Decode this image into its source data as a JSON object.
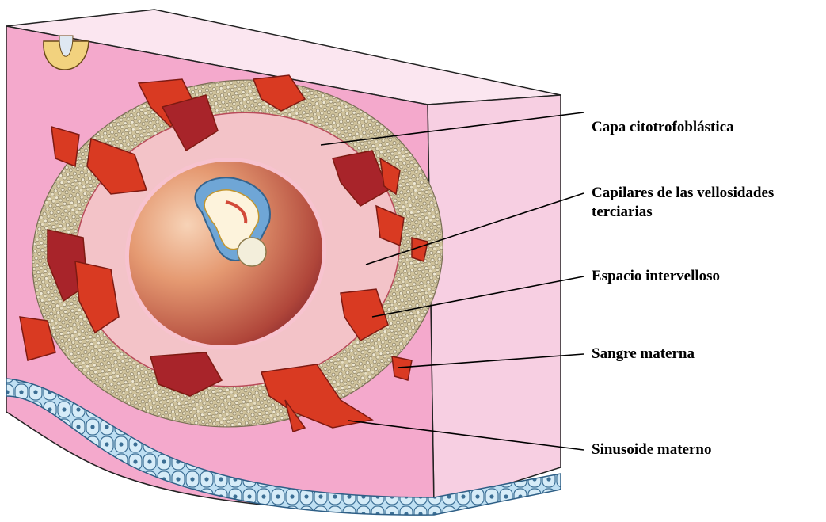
{
  "labels": {
    "capa_citotrofoblastica": "Capa citotrofoblástica",
    "capilares_line1": "Capilares de las vellosidades",
    "capilares_line2": "terciarias",
    "espacio_intervelloso": "Espacio intervelloso",
    "sangre_materna": "Sangre materna",
    "sinusoide_materno": "Sinusoide materno"
  },
  "colors": {
    "tissue_front": "#f4a9cc",
    "tissue_side": "#f7cfe2",
    "tissue_top": "#fbe6f0",
    "cytotrophoblast": "#c9bd98",
    "maternal_blood": "#d93a22",
    "villus_core": "#f3c3c8",
    "chorionic_cavity": "#b6443a",
    "epithelium": "#a9d2ec",
    "leader_line": "#000000"
  }
}
